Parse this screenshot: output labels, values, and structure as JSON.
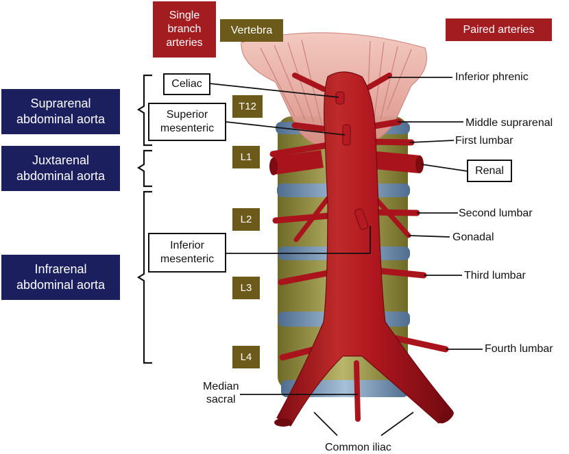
{
  "headers": {
    "single_branch": "Single\nbranch\narteries",
    "vertebra": "Vertebra",
    "paired": "Paired arteries"
  },
  "regions": [
    {
      "label": "Suprarenal\nabdominal aorta"
    },
    {
      "label": "Juxtarenal\nabdominal aorta"
    },
    {
      "label": "Infrarenal\nabdominal aorta"
    }
  ],
  "vertebrae": [
    "T12",
    "L1",
    "L2",
    "L3",
    "L4"
  ],
  "single_branches": {
    "celiac": "Celiac",
    "superior_mesenteric": "Superior\nmesenteric",
    "inferior_mesenteric": "Inferior\nmesenteric",
    "median_sacral": "Median\nsacral"
  },
  "paired_branches": {
    "inferior_phrenic": "Inferior phrenic",
    "middle_suprarenal": "Middle suprarenal",
    "first_lumbar": "First lumbar",
    "renal": "Renal",
    "second_lumbar": "Second lumbar",
    "gonadal": "Gonadal",
    "third_lumbar": "Third lumbar",
    "fourth_lumbar": "Fourth lumbar",
    "common_iliac": "Common iliac"
  },
  "colors": {
    "aorta": "#a9141c",
    "aorta_highlight": "#d2423f",
    "vertebral_body": "#9c9a4a",
    "disc": "#7c9ab8",
    "diaphragm": "#e9b3a8",
    "region_box": "#1b1f5e",
    "single_box": "#a31c20",
    "vertebra_box": "#6b5a1a"
  }
}
